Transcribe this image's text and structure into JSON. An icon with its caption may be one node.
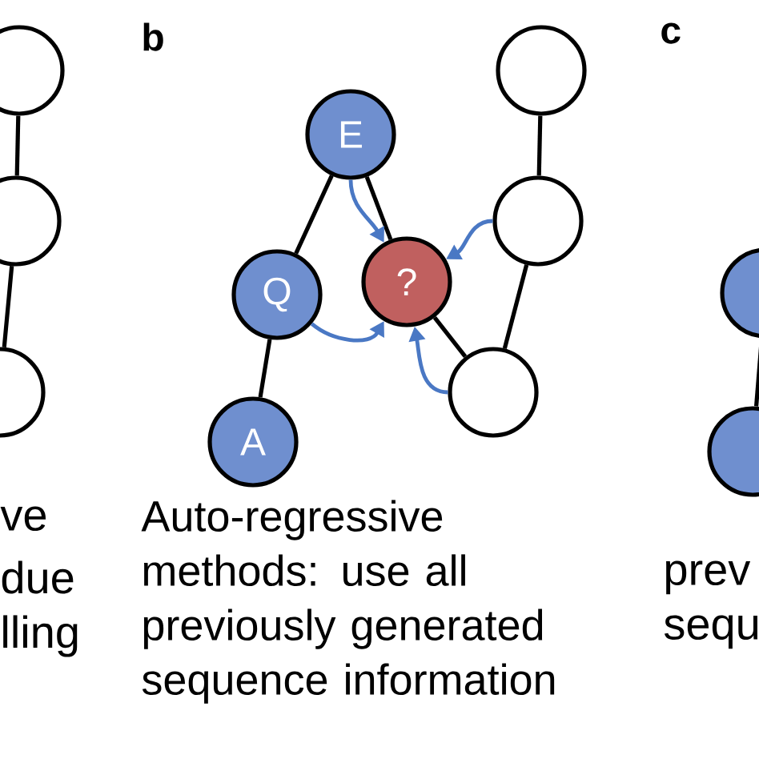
{
  "diagram": {
    "nodes": [
      {
        "text": [],
        "shape": "circle"
      },
      {
        "text": [],
        "shape": "circle"
      },
      {
        "text": [],
        "shape": "circle"
      },
      {
        "text": [
          "E"
        ]
      },
      {
        "text": [
          "Q"
        ]
      },
      {
        "text": [
          "?"
        ]
      },
      {
        "text": [
          "A"
        ]
      },
      {
        "text": [],
        "shape": "circle"
      },
      {
        "text": [],
        "shape": "circle"
      },
      {
        "text": [],
        "shape": "circle"
      },
      {
        "text": [],
        "shape": "circle"
      },
      {
        "text": [],
        "shape": "circle"
      }
    ],
    "edges": [
      {
        "from": 0,
        "to": 1,
        "arrow": "none"
      },
      {
        "from": 1,
        "to": 2,
        "arrow": "none"
      },
      {
        "from": 3,
        "to": 4,
        "arrow": "none"
      },
      {
        "from": 3,
        "to": 5,
        "arrow": "none"
      },
      {
        "from": 4,
        "to": 6,
        "arrow": "none"
      },
      {
        "from": 7,
        "to": 8,
        "arrow": "none"
      },
      {
        "from": 8,
        "to": 9,
        "arrow": "none"
      },
      {
        "from": 5,
        "to": 9,
        "arrow": "none"
      },
      {
        "from": 10,
        "to": 11,
        "arrow": "none"
      },
      {
        "from": 3,
        "to": 5,
        "arrow": "to",
        "color": "#4a78c4"
      },
      {
        "from": 4,
        "to": 5,
        "arrow": "to",
        "color": "#4a78c4"
      },
      {
        "from": 8,
        "to": 5,
        "arrow": "to",
        "color": "#4a78c4"
      },
      {
        "from": 9,
        "to": 5,
        "arrow": "to",
        "color": "#4a78c4"
      }
    ],
    "labels": [
      "b",
      "c",
      "ve",
      "due",
      "lling",
      "Auto-regressive methods: use all previously generated sequence information",
      "prev",
      "sequ"
    ]
  }
}
